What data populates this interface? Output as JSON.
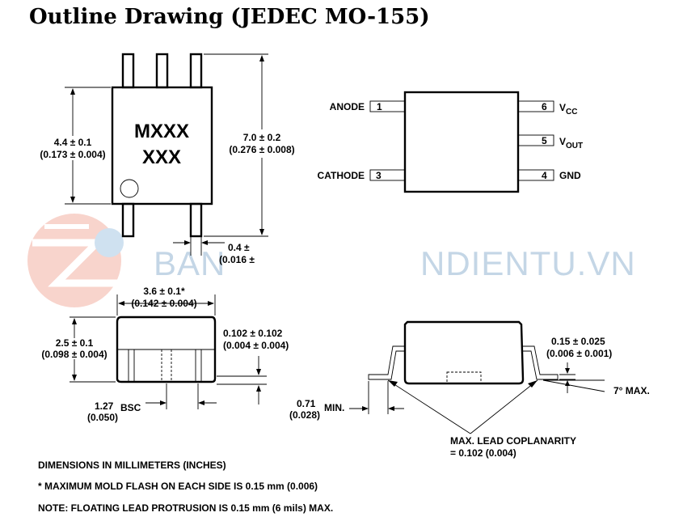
{
  "title": "Outline Drawing (JEDEC MO-155)",
  "top_view": {
    "marking_line1": "MXXX",
    "marking_line2": "XXX",
    "width_dim": {
      "mm": "4.4 ± 0.1",
      "in": "(0.173 ± 0.004)"
    },
    "length_dim": {
      "mm": "7.0 ± 0.2",
      "in": "(0.276 ± 0.008)"
    },
    "lead_width_dim": {
      "mm": "0.4 ±",
      "in": "(0.016 ±"
    }
  },
  "pinout": {
    "pins": [
      {
        "num": "1",
        "name": "ANODE"
      },
      {
        "num": "3",
        "name": "CATHODE"
      },
      {
        "num": "6",
        "name": "V",
        "sub": "CC"
      },
      {
        "num": "5",
        "name": "V",
        "sub": "OUT"
      },
      {
        "num": "4",
        "name": "GND"
      }
    ]
  },
  "watermark": {
    "left": "BAN",
    "right": "NDIENTU.VN"
  },
  "side_view": {
    "body_dim": {
      "mm": "3.6 ± 0.1*",
      "in": "(0.142 ± 0.004)"
    },
    "height_dim": {
      "mm": "2.5 ± 0.1",
      "in": "(0.098 ± 0.004)"
    },
    "standoff_dim": {
      "mm": "0.102 ± 0.102",
      "in": "(0.004 ± 0.004)"
    },
    "pitch_dim": {
      "mm": "1.27",
      "bsc": "BSC",
      "in": "(0.050)"
    }
  },
  "end_view": {
    "lead_thick_dim": {
      "mm": "0.15 ± 0.025",
      "in": "(0.006 ± 0.001)"
    },
    "angle": "7° MAX.",
    "foot_dim": {
      "mm": "0.71",
      "in": "(0.028)",
      "suffix": "MIN."
    },
    "coplanarity_line1": "MAX. LEAD COPLANARITY",
    "coplanarity_line2": "= 0.102 (0.004)"
  },
  "notes": [
    "DIMENSIONS IN MILLIMETERS (INCHES)",
    "* MAXIMUM MOLD FLASH ON EACH SIDE IS 0.15 mm (0.006)",
    "NOTE: FLOATING LEAD PROTRUSION IS 0.15 mm (6 mils) MAX."
  ]
}
